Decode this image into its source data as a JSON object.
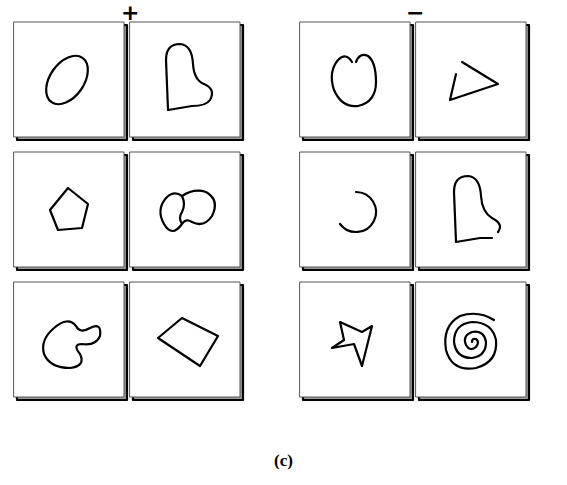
{
  "diagram": {
    "caption": "(c)",
    "labels": [
      "+",
      "−"
    ]
  }
}
